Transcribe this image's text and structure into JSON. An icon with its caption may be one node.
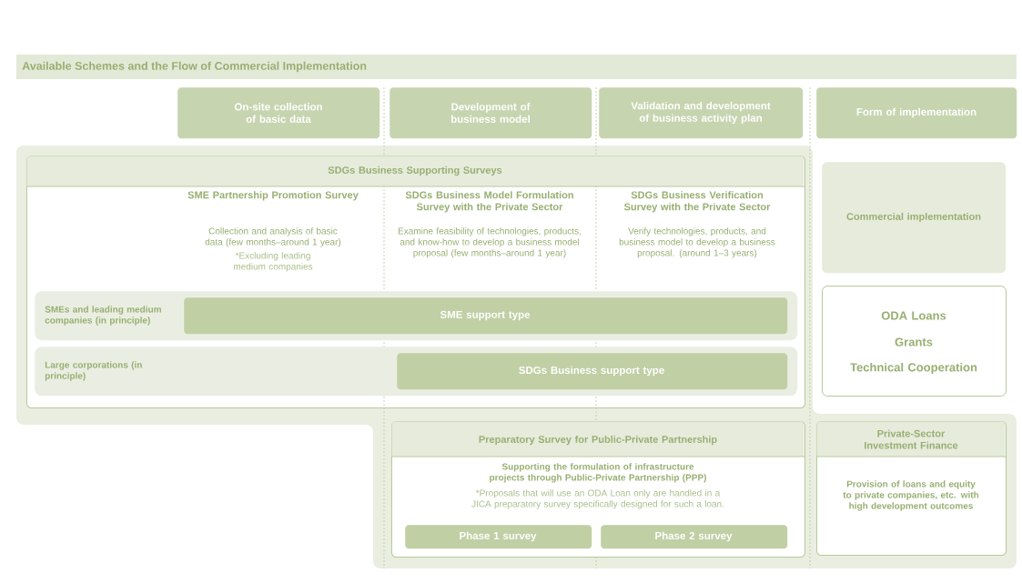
{
  "diagram": {
    "title": "Available Schemes and the Flow of Commercial Implementation",
    "nodes": [
      {
        "text": [
          "On-site collection of basic data"
        ]
      },
      {
        "text": [
          "Development of business model"
        ]
      },
      {
        "text": [
          "Validation and development of business activity plan"
        ]
      },
      {
        "text": [
          "Form of implementation"
        ]
      },
      {
        "text": [
          "SDGs Business Supporting Surveys"
        ]
      },
      {
        "text": [
          "SMEs and leading medium companies (in principle)"
        ],
        "in": 4
      },
      {
        "text": [
          "SME support type"
        ],
        "in": 5
      },
      {
        "text": [
          "Large corporations (in principle)"
        ],
        "in": 4
      },
      {
        "text": [
          "SDGs Business support type"
        ],
        "in": 7
      },
      {
        "text": [
          "Commercial implementation"
        ]
      },
      {
        "text": [
          "ODA Loans",
          "Grants",
          "Technical Cooperation"
        ]
      },
      {
        "text": [
          "Preparatory Survey for Public-Private Partnership",
          "Supporting the formulation of infrastructure projects through Public-Private Partnership (PPP)",
          "*Proposals that will use an ODA Loan only are handled in a JICA preparatory survey specifically designed for such a loan."
        ]
      },
      {
        "text": [
          "Phase 1 survey"
        ],
        "in": 11
      },
      {
        "text": [
          "Phase 2 survey"
        ],
        "in": 11
      },
      {
        "text": [
          "Private-Sector Investment Finance",
          "Provision of loans and equity to private companies, etc. with high development outcomes"
        ]
      }
    ],
    "labels": [
      "SME Partnership Promotion Survey",
      "Collection and analysis of basic data (few months–around 1 year)",
      "*Excluding leading medium companies",
      "SDGs Business Model Formulation Survey with the Private Sector",
      "Examine feasibility of technologies, products, and know-how to develop a business model proposal (few months–around 1 year)",
      "SDGs Business Verification Survey with the Private Sector",
      "Verify technologies, products, and business model to develop a business proposal. (around 1–3 years)"
    ]
  }
}
